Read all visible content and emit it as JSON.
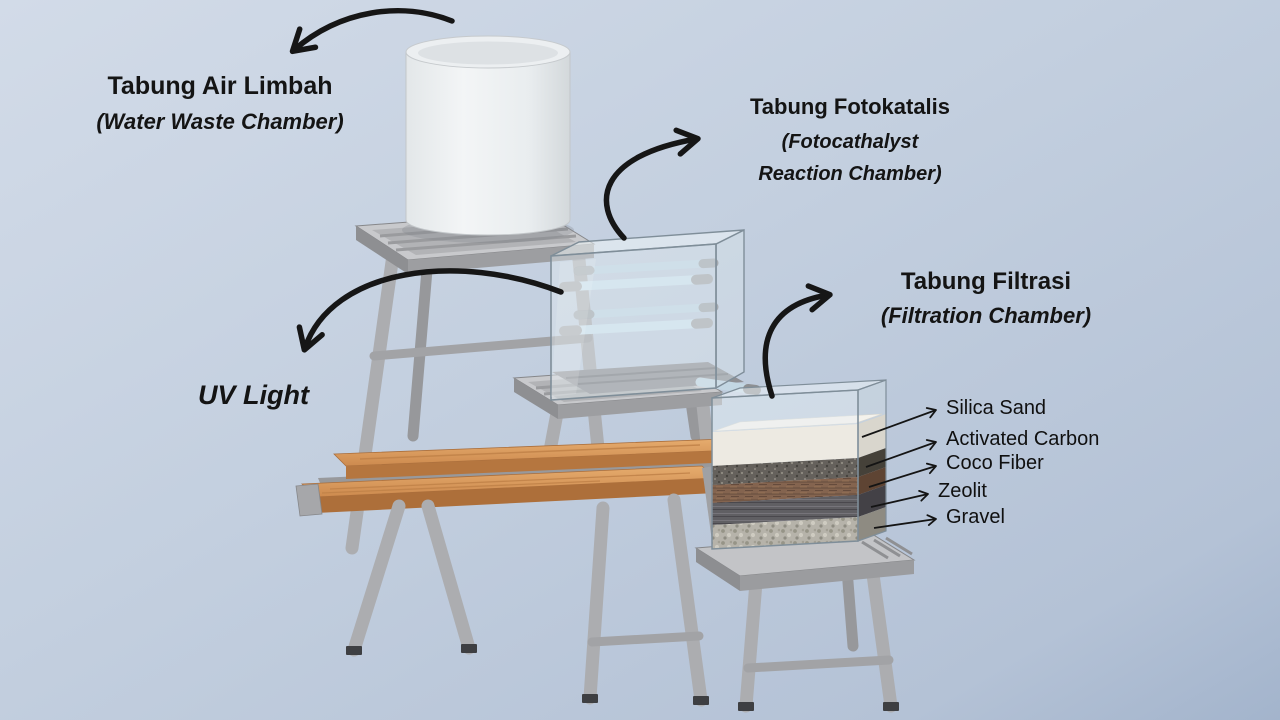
{
  "title": "Water treatment prototype diagram",
  "background": {
    "gradient_top": "#d2dbe8",
    "gradient_bottom": "#a3b4cc"
  },
  "annotations": {
    "waste_chamber": {
      "id_line": "Tabung Air Limbah",
      "en_line": "(Water Waste Chamber)"
    },
    "photocatalyst_chamber": {
      "id_line": "Tabung Fotokatalis",
      "en_line1": "(Fotocathalyst",
      "en_line2": "Reaction Chamber)"
    },
    "uv_light": {
      "label": "UV Light"
    },
    "filtration_chamber": {
      "id_line": "Tabung Filtrasi",
      "en_line": "(Filtration Chamber)"
    },
    "filter_layers": [
      {
        "label": "Silica Sand"
      },
      {
        "label": "Activated Carbon"
      },
      {
        "label": "Coco Fiber"
      },
      {
        "label": "Zeolit"
      },
      {
        "label": "Gravel"
      }
    ]
  },
  "diagram": {
    "components": [
      "waste-water-tank",
      "photocatalyst-reaction-chamber",
      "uv-lamps",
      "filtration-chamber",
      "support-frame",
      "wooden-bench"
    ],
    "colors": {
      "metal": "#b9babd",
      "wood": "#d89a5e",
      "glass_edge": "#7f8e99",
      "uv_tube": "#cfe3ef",
      "silica_sand": "#ece9e1",
      "activated_carbon": "#5c5852",
      "coco_fiber": "#7d5b45",
      "zeolit": "#57555a",
      "gravel": "#b2afa5",
      "arrow": "#161616"
    }
  }
}
